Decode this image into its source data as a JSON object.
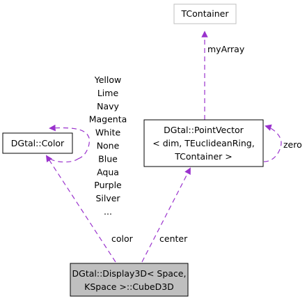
{
  "nodes": {
    "tcontainer": {
      "label": "TContainer"
    },
    "color": {
      "label": "DGtal::Color"
    },
    "pointvector": {
      "lines": [
        "DGtal::PointVector",
        "< dim, TEuclideanRing,",
        "TContainer >"
      ]
    },
    "cube": {
      "lines": [
        "DGtal::Display3D< Space,",
        "KSpace >::CubeD3D"
      ]
    }
  },
  "edges": {
    "myarray": "myArray",
    "zero": "zero",
    "color": "color",
    "center": "center",
    "color_constants": [
      "Yellow",
      "Lime",
      "Navy",
      "Magenta",
      "White",
      "None",
      "Blue",
      "Aqua",
      "Purple",
      "Silver",
      "..."
    ]
  },
  "colors": {
    "edge": "#9a32cd",
    "node_border_grey": "#bfbfbf",
    "highlight_fill": "#bfbfbf"
  }
}
